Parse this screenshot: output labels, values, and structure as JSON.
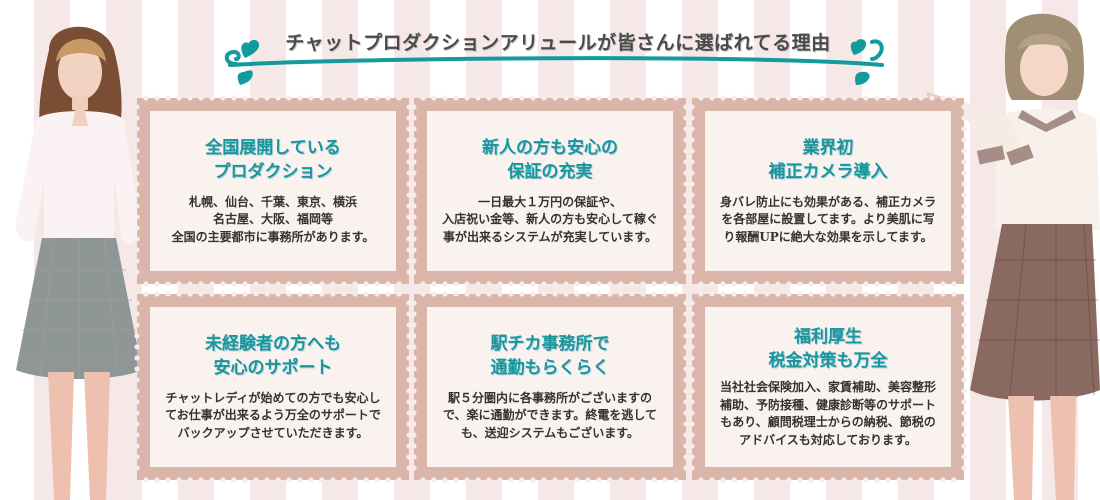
{
  "heading": {
    "title": "チャットプロダクションアリュールが皆さんに選ばれてる理由",
    "accent_color": "#139a9c"
  },
  "colors": {
    "stripe_pink": "#f5e8e7",
    "stamp_border": "#d9b5aa",
    "panel_bg": "#f9f2ef",
    "title_teal": "#17979c",
    "body_text": "#333333"
  },
  "cards": [
    {
      "title_lines": [
        "全国展開している",
        "プロダクション"
      ],
      "body_lines": [
        "札幌、仙台、千葉、東京、横浜",
        "名古屋、大阪、福岡等",
        "全国の主要都市に事務所があります。"
      ]
    },
    {
      "title_lines": [
        "新人の方も安心の",
        "保証の充実"
      ],
      "body_lines": [
        "一日最大１万円の保証や、",
        "入店祝い金等、新人の方も安心して稼ぐ",
        "事が出来るシステムが充実しています。"
      ]
    },
    {
      "title_lines": [
        "業界初",
        "補正カメラ導入"
      ],
      "body_lines": [
        "身バレ防止にも効果がある、補正カメラ",
        "を各部屋に設置してます。より美肌に写",
        "り報酬UPに絶大な効果を示してます。"
      ]
    },
    {
      "title_lines": [
        "未経験者の方へも",
        "安心のサポート"
      ],
      "body_lines": [
        "チャットレディが始めての方でも安心し",
        "てお仕事が出来るよう万全のサポートで",
        "バックアップさせていただきます。"
      ]
    },
    {
      "title_lines": [
        "駅チカ事務所で",
        "通勤もらくらく"
      ],
      "body_lines": [
        "駅５分圏内に各事務所がございますの",
        "で、楽に通勤ができます。終電を逃して",
        "も、送迎システムもございます。"
      ]
    },
    {
      "title_lines": [
        "福利厚生",
        "税金対策も万全"
      ],
      "body_lines": [
        "当社社会保険加入、家賃補助、美容整形",
        "補助、予防接種、健康診断等のサポート",
        "もあり、顧問税理士からの納税、節税の",
        "アドバイスも対応しております。"
      ]
    }
  ],
  "models": [
    {
      "position": "left",
      "description": "woman in white sweater and grey plaid pleated skirt, hands together"
    },
    {
      "position": "right",
      "description": "woman with bob haircut in white blouse and brown houndstooth skirt, pointing left"
    }
  ]
}
